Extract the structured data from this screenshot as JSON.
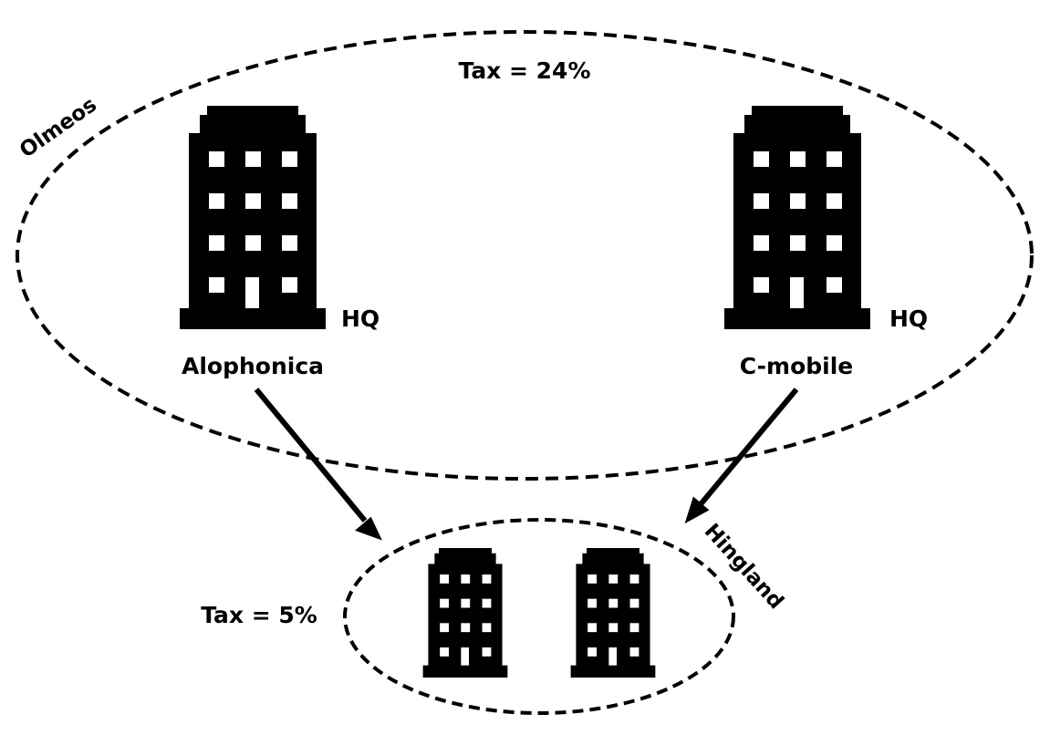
{
  "regions": {
    "olmeos": {
      "name": "Olmeos",
      "tax_label": "Tax = 24%"
    },
    "hingland": {
      "name": "Hingland",
      "tax_label": "Tax = 5%"
    }
  },
  "companies": {
    "alophonica": {
      "name": "Alophonica",
      "hq_label": "HQ"
    },
    "c_mobile": {
      "name": "C-mobile",
      "hq_label": "HQ"
    }
  },
  "icons": {
    "building": "building-icon",
    "arrow": "arrow"
  },
  "colors": {
    "ink": "#000000",
    "background": "#ffffff"
  }
}
